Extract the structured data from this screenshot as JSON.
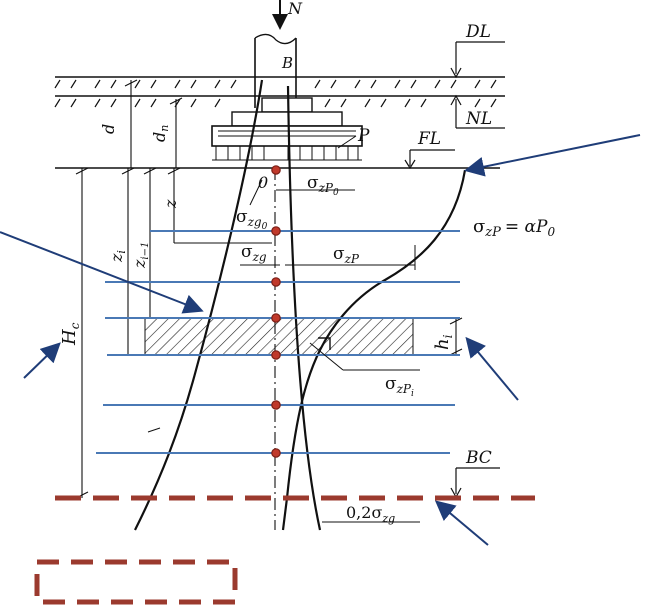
{
  "labels": {
    "N": "N",
    "B": "B",
    "DL": "DL",
    "NL": "NL",
    "FL": "FL",
    "P": "P",
    "d": "d",
    "dn": "d",
    "dn_sub": "n",
    "z": "z",
    "zi": "z",
    "zi_sub": "i",
    "zi1": "z",
    "zi1_sub": "i−1",
    "Hc": "H",
    "Hc_sub": "c",
    "hi": "h",
    "hi_sub": "i",
    "BC": "BC",
    "zero": "0",
    "sigma": "σ",
    "zP0_sub": "zP",
    "zP0_subsub": "0",
    "zg0_sub": "zg",
    "zg0_subsub": "0",
    "zg_sub": "zg",
    "zP_sub": "zP",
    "zPi_sub": "zP",
    "zPi_subsub": "i",
    "formula_eq": "= αP",
    "formula_sub": "0",
    "bc_coef": "0,2σ",
    "bc_sub": "zg"
  },
  "colors": {
    "line_black": "#111111",
    "layer_blue": "#4a79b5",
    "dash_red": "#9b3a2e",
    "point_fill": "#c0392b",
    "arrow_navy": "#1f3d78"
  }
}
